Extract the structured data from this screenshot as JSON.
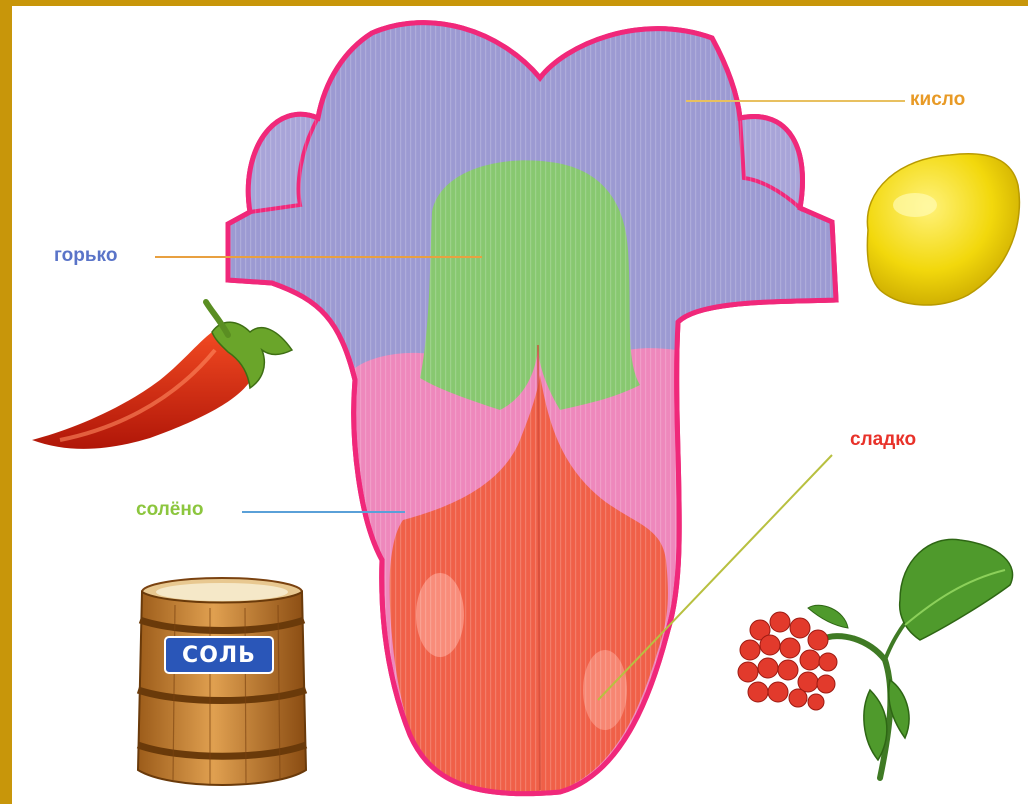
{
  "labels": {
    "sour": "кисло",
    "bitter": "горько",
    "salty": "солёно",
    "sweet": "сладко"
  },
  "barrel_label": "СОЛЬ",
  "colors": {
    "background_border": "#c8960a",
    "tongue_outline": "#f0287a",
    "sour_zone": "#9c9ad2",
    "bitter_zone": "#88c870",
    "salty_zone": "#ee88bc",
    "sweet_zone": "#f06048",
    "sour_label": "#e89a26",
    "bitter_label": "#5a74c8",
    "salty_label": "#8cc63e",
    "sweet_label": "#e8322a"
  }
}
